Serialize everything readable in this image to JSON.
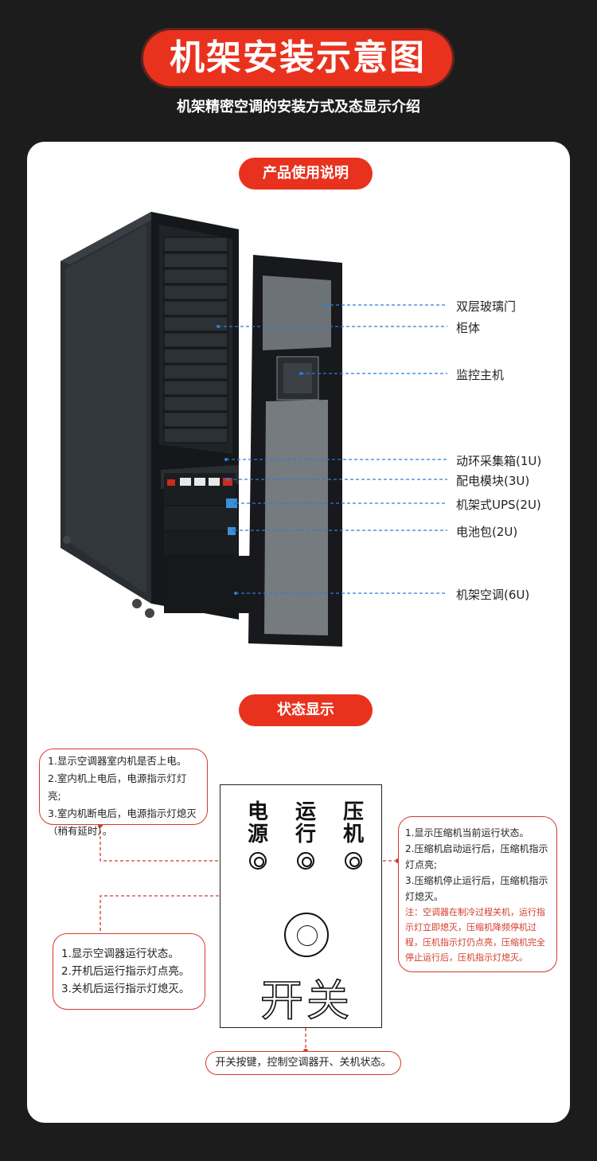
{
  "header": {
    "title": "机架安装示意图",
    "subtitle": "机架精密空调的安装方式及态显示介绍"
  },
  "product": {
    "section_title": "产品使用说明",
    "labels": [
      "双层玻璃门",
      "柜体",
      "监控主机",
      "动环采集箱(1U)",
      "配电模块(3U)",
      "机架式UPS(2U)",
      "电池包(2U)",
      "机架空调(6U)"
    ]
  },
  "status": {
    "section_title": "状态显示",
    "panel": {
      "indicators": [
        {
          "chars": [
            "电",
            "源"
          ]
        },
        {
          "chars": [
            "运",
            "行"
          ]
        },
        {
          "chars": [
            "压",
            "机"
          ]
        }
      ],
      "switch_label": "开关"
    },
    "power_note": [
      "1.显示空调器室内机是否上电。",
      "2.室内机上电后，电源指示灯灯亮;",
      "3.室内机断电后，电源指示灯熄灭",
      "（稍有延时）。"
    ],
    "run_note": [
      "1.显示空调器运行状态。",
      "2.开机后运行指示灯点亮。",
      "3.关机后运行指示灯熄灭。"
    ],
    "compressor_note": [
      "1.显示压缩机当前运行状态。",
      "2.压缩机启动运行后，压缩机指示",
      "灯点亮;",
      "3.压缩机停止运行后，压缩机指示",
      "灯熄灭。"
    ],
    "compressor_warning": [
      "注：空调器在制冷过程关机，运行指",
      "示灯立即熄灭，压缩机降频停机过",
      "程，压机指示灯仍点亮，压缩机完全",
      "停止运行后，压机指示灯熄灭。"
    ],
    "switch_note": "开关按键，控制空调器开、关机状态。"
  },
  "colors": {
    "accent": "#e8321e",
    "background": "#1c1c1c",
    "card": "#ffffff",
    "leader_line": "#2a7fd4"
  }
}
